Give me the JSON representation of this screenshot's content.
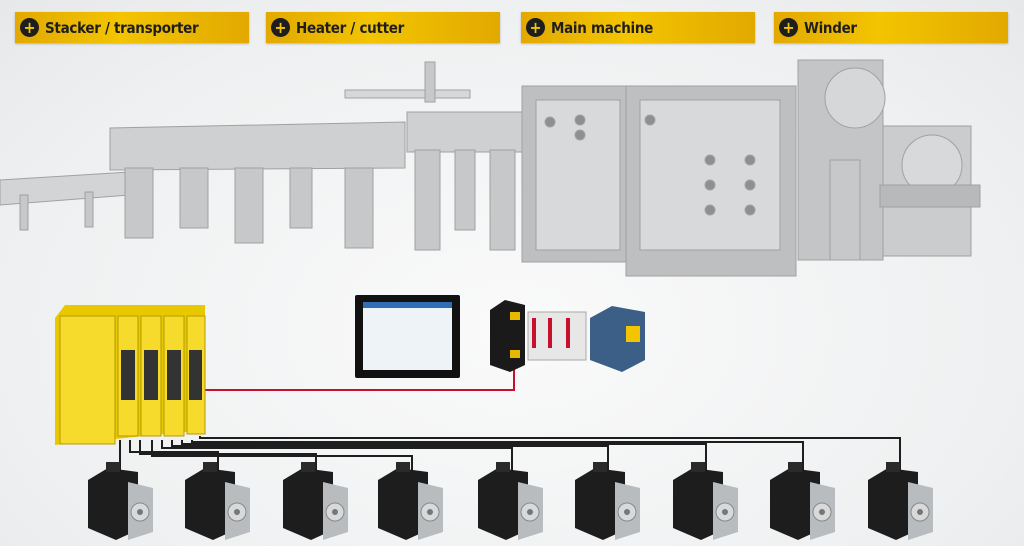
{
  "sections": [
    {
      "label": "Stacker / transporter",
      "icon": "plus-icon"
    },
    {
      "label": "Heater / cutter",
      "icon": "plus-icon"
    },
    {
      "label": "Main machine",
      "icon": "plus-icon"
    },
    {
      "label": "Winder",
      "icon": "plus-icon"
    }
  ],
  "plus_symbol": "+",
  "colors": {
    "accent": "#f3c400",
    "machine": "#c9cacb",
    "drive": "#f2d21a",
    "ethernet_cable": "#c8102e",
    "motor_cable": "#1e1e1e"
  },
  "motor_count": 9
}
